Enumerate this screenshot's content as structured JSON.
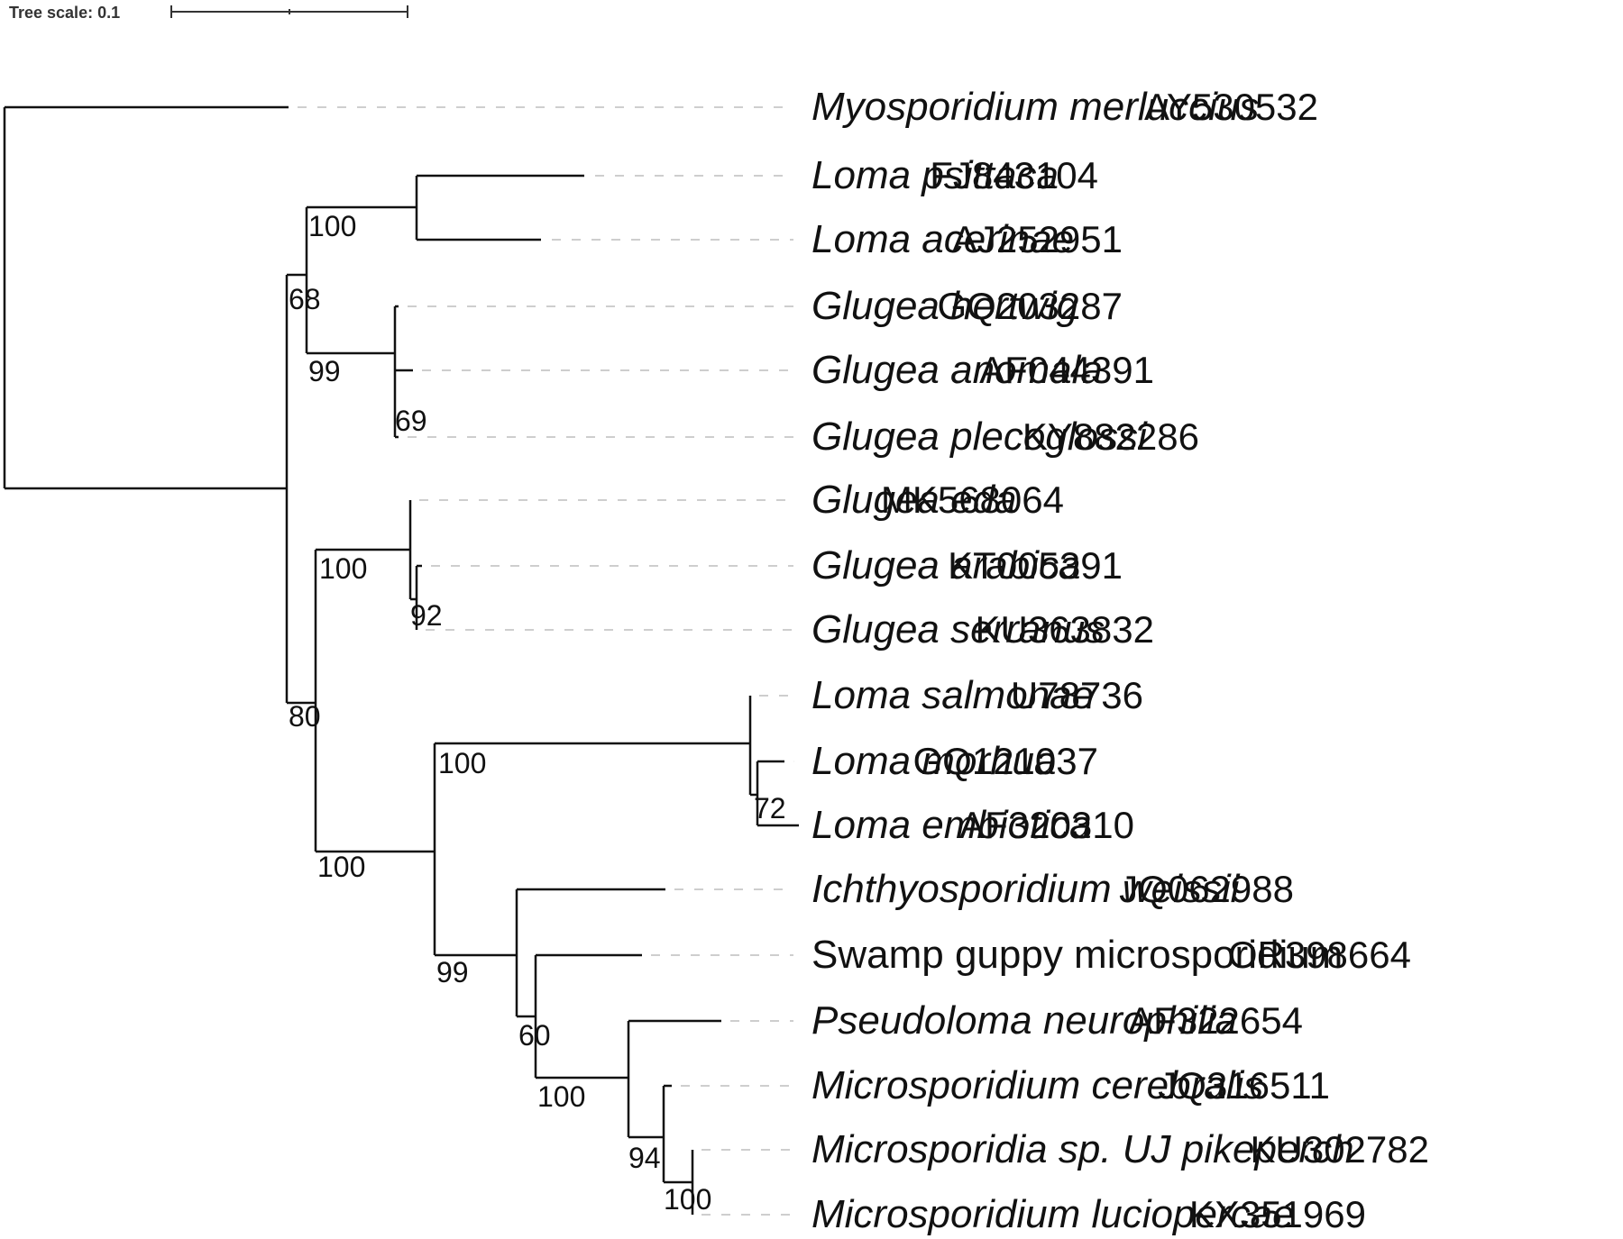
{
  "scale": {
    "label": "Tree scale: 0.1"
  },
  "leaves": [
    {
      "species": "Myosporidium merluccius",
      "accession": "AY530532",
      "italic": true
    },
    {
      "species": "Loma psittaca",
      "accession": "FJ843104",
      "italic": true
    },
    {
      "species": "Loma acerinae",
      "accession": "AJ252951",
      "italic": true
    },
    {
      "species": "Glugea hertwig",
      "accession": "GQ203287",
      "italic": true
    },
    {
      "species": "Glugea anomala",
      "accession": "AF044391",
      "italic": true
    },
    {
      "species": "Glugea plecoglossi",
      "accession": "KY882286",
      "italic": true
    },
    {
      "species": "Glugea eda",
      "accession": "MK568064",
      "italic": true
    },
    {
      "species": "Glugea arabica",
      "accession": "KT005391",
      "italic": true
    },
    {
      "species": "Glugea serranus",
      "accession": "KU363832",
      "italic": true
    },
    {
      "species": "Loma salmonae",
      "accession": "U78736",
      "italic": true
    },
    {
      "species": "Loma morhua",
      "accession": "GQ121037",
      "italic": true
    },
    {
      "species": "Loma embiotica",
      "accession": "AF320310",
      "italic": true
    },
    {
      "species": "Ichthyosporidium weissii",
      "accession": "JQ062988",
      "italic": true
    },
    {
      "species": "Swamp guppy microsporidium",
      "accession": "OR398664",
      "italic": false
    },
    {
      "species": "Pseudoloma neurophilia",
      "accession": "AF322654",
      "italic": true
    },
    {
      "species": "Microsporidium cerebralis",
      "accession": "JQ316511",
      "italic": true
    },
    {
      "species": "Microsporidia sp. UJ pikeperch",
      "accession": "KU302782",
      "italic": true
    },
    {
      "species": "Microsporidium luciopercae",
      "accession": "KX351969",
      "italic": true
    }
  ],
  "support_values": {
    "loma_psittaca_acerinae": "100",
    "loma_glugea_group": "68",
    "glugea_hertwig_group": "99",
    "glugea_anomala_plecoglossi": "69",
    "glugea_eda_group": "100",
    "glugea_arabica_serranus": "92",
    "glugea_loma_ingroup": "80",
    "loma_salmonae_group": "100",
    "loma_morhua_embiotica": "72",
    "lower_clade": "100",
    "ichthyosporidium_group": "99",
    "swamp_guppy_group": "60",
    "pseudoloma_group": "100",
    "microsporidium_cerebralis_group": "94",
    "pikeperch_luciopercae": "100"
  }
}
